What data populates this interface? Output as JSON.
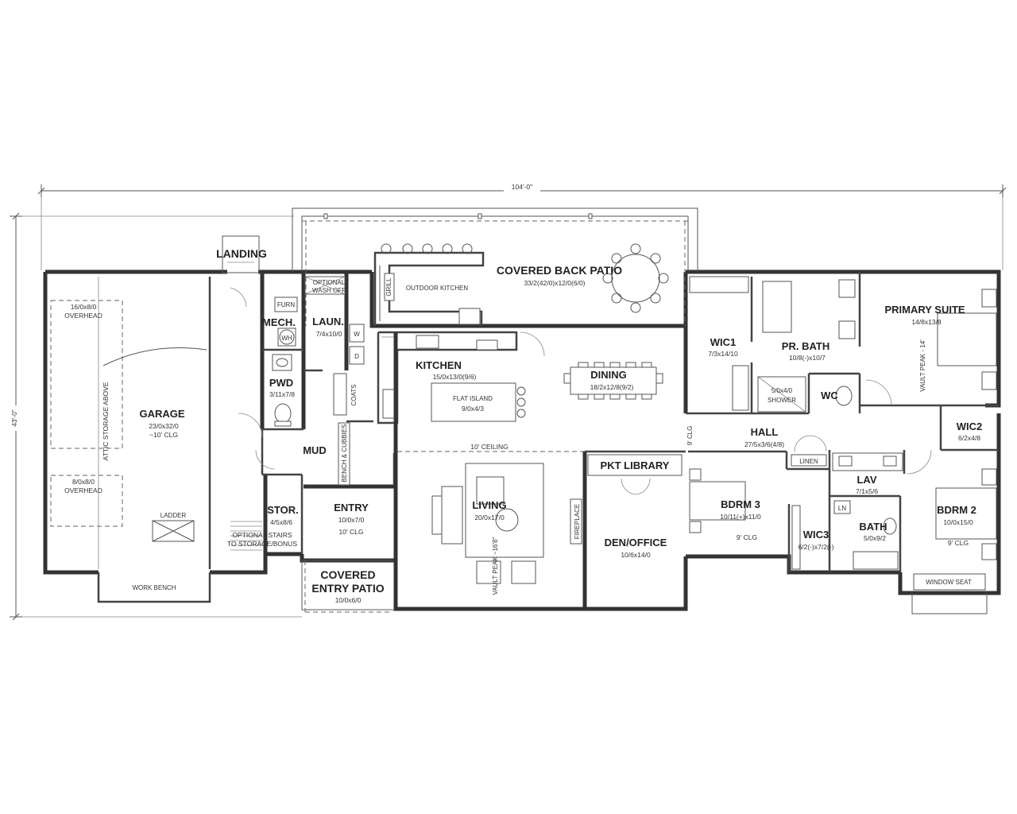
{
  "dimensions": {
    "width": "104'-0\"",
    "depth": "43'-0\""
  },
  "rooms": {
    "landing": {
      "name": "LANDING"
    },
    "covered_back_patio": {
      "name": "COVERED BACK PATIO",
      "size": "33/2(42/0)x12/0(6/0)"
    },
    "outdoor_kitchen": {
      "name": "OUTDOOR KITCHEN",
      "grill": "GRILL"
    },
    "optional_wash_off": {
      "line1": "OPTIONAL",
      "line2": "WASH OFF"
    },
    "mech": {
      "name": "MECH.",
      "furn": "FURN",
      "wh": "WH"
    },
    "laun": {
      "name": "LAUN.",
      "size": "7/4x10/0",
      "w": "W",
      "d": "D"
    },
    "kitchen": {
      "name": "KITCHEN",
      "size": "15/0x13/0(9/6)"
    },
    "flat_island": {
      "name": "FLAT ISLAND",
      "size": "9/0x4/3"
    },
    "dining": {
      "name": "DINING",
      "size": "18/2x12/8(9/2)"
    },
    "wic1": {
      "name": "WIC1",
      "size": "7/3x14/10"
    },
    "pr_bath": {
      "name": "PR. BATH",
      "size": "10/8(-)x10/7"
    },
    "shower": {
      "size": "5/0x4/0",
      "name": "SHOWER"
    },
    "wc": {
      "name": "WC"
    },
    "primary_suite": {
      "name": "PRIMARY SUITE",
      "size": "14/8x13/8",
      "note": "VAULT PEAK - 14'"
    },
    "garage": {
      "name": "GARAGE",
      "size": "23/0x32/0",
      "clg": "~10' CLG",
      "attic": "ATTIC STORAGE ABOVE",
      "ladder": "LADDER"
    },
    "overhead1": {
      "size": "16/0x8/0",
      "name": "OVERHEAD"
    },
    "overhead2": {
      "size": "8/0x8/0",
      "name": "OVERHEAD"
    },
    "work_bench": {
      "name": "WORK BENCH"
    },
    "pwd": {
      "name": "PWD",
      "size": "3/11x7/8"
    },
    "coats": {
      "name": "COATS"
    },
    "bench": {
      "name": "BENCH & CUBBIES"
    },
    "mud": {
      "name": "MUD"
    },
    "stor": {
      "name": "STOR.",
      "size": "4/5x8/6",
      "note1": "OPTIONAL STAIRS",
      "note2": "TO STORAGE/BONUS"
    },
    "entry": {
      "name": "ENTRY",
      "size": "10/0x7/0",
      "clg": "10' CLG"
    },
    "covered_entry_patio": {
      "line1": "COVERED",
      "line2": "ENTRY PATIO",
      "size": "10/0x6/0"
    },
    "living": {
      "name": "LIVING",
      "size": "20/0x17/0",
      "note": "VAULT PEAK ~16'8\"",
      "ceiling": "10' CEILING"
    },
    "pkt_library": {
      "name": "PKT LIBRARY"
    },
    "den_office": {
      "name": "DEN/OFFICE",
      "size": "10/6x14/0"
    },
    "fireplace": {
      "name": "FIREPLACE"
    },
    "hall": {
      "name": "HALL",
      "size": "27/5x3/6(4/8)",
      "linen": "LINEN",
      "clg": "9' CLG"
    },
    "bdrm3": {
      "name": "BDRM 3",
      "size": "10/11(+)x11/0",
      "clg": "9' CLG"
    },
    "wic3": {
      "name": "WIC3",
      "size": "6/2(-)x7/2(-)"
    },
    "lav": {
      "name": "LAV",
      "size": "7/1x5/6"
    },
    "bath": {
      "name": "BATH",
      "size": "5/0x9/2",
      "ln": "LN"
    },
    "wic2": {
      "name": "WIC2",
      "size": "6/2x4/8"
    },
    "bdrm2": {
      "name": "BDRM 2",
      "size": "10/0x15/0",
      "clg": "9' CLG",
      "window_seat": "WINDOW SEAT"
    }
  }
}
